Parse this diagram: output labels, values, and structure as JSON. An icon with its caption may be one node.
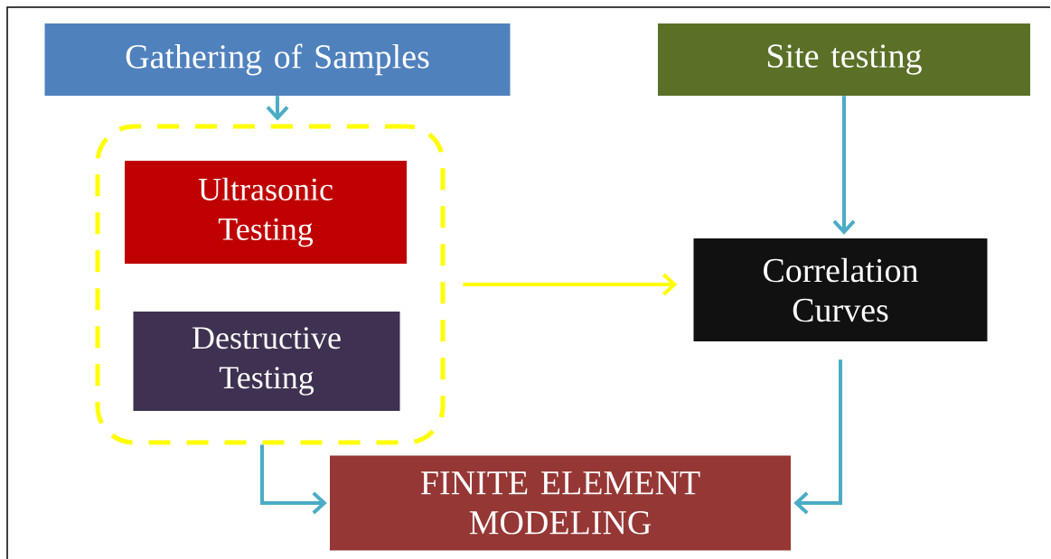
{
  "diagram": {
    "nodes": [
      {
        "text": [
          "Gathering of Samples"
        ]
      },
      {
        "text": [
          "Site testing"
        ]
      },
      {
        "text": [],
        "shape": "box"
      },
      {
        "text": [
          "Ultrasonic Testing"
        ],
        "in": 2
      },
      {
        "text": [
          "Destructive Testing"
        ],
        "in": 2
      },
      {
        "text": [
          "Correlation Curves"
        ]
      },
      {
        "text": [
          "FINITE ELEMENT MODELING"
        ]
      }
    ],
    "edges": [
      {
        "from": 0,
        "to": 2,
        "arrow": "to"
      },
      {
        "from": 1,
        "to": 5,
        "arrow": "to"
      },
      {
        "from": 2,
        "to": 5,
        "arrow": "to",
        "color": "#ffff00"
      },
      {
        "from": 2,
        "to": 6,
        "arrow": "to"
      },
      {
        "from": 5,
        "to": 6,
        "arrow": "to"
      }
    ]
  }
}
